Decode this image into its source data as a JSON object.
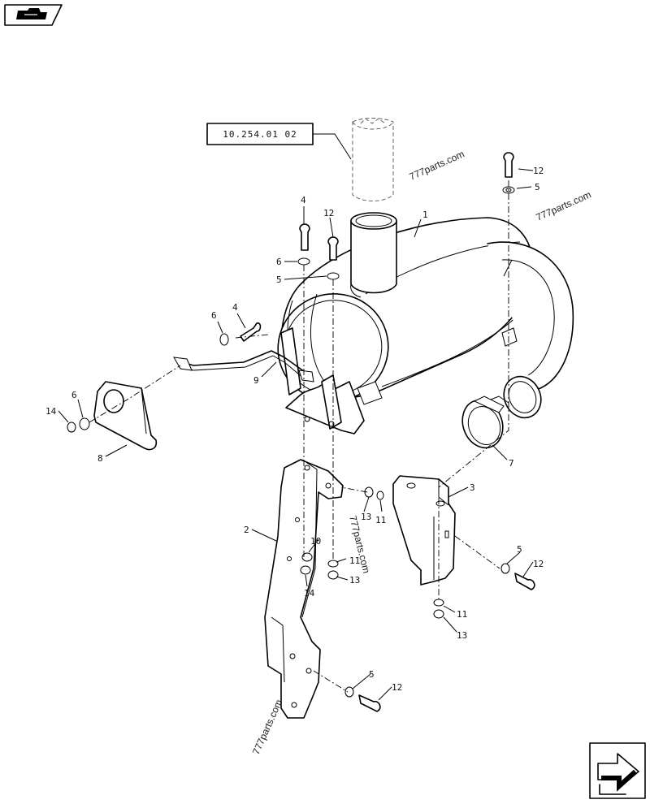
{
  "reference_label": "10.254.01 02",
  "watermarks": [
    "777parts.com",
    "777parts.com",
    "777parts.com",
    "777parts.com"
  ],
  "callouts": {
    "c1": "1",
    "c2": "2",
    "c3": "3",
    "c4a": "4",
    "c4b": "4",
    "c5a": "5",
    "c5b": "5",
    "c5c": "5",
    "c5d": "5",
    "c6a": "6",
    "c6b": "6",
    "c6c": "6",
    "c7": "7",
    "c8": "8",
    "c9": "9",
    "c10": "10",
    "c11a": "11",
    "c11b": "11",
    "c11c": "11",
    "c12a": "12",
    "c12b": "12",
    "c12c": "12",
    "c12d": "12",
    "c13a": "13",
    "c13b": "13",
    "c13c": "13",
    "c14a": "14",
    "c14b": "14"
  },
  "icons": {
    "top_left": "book-hand-icon",
    "bottom_right": "next-page-arrow-icon"
  }
}
